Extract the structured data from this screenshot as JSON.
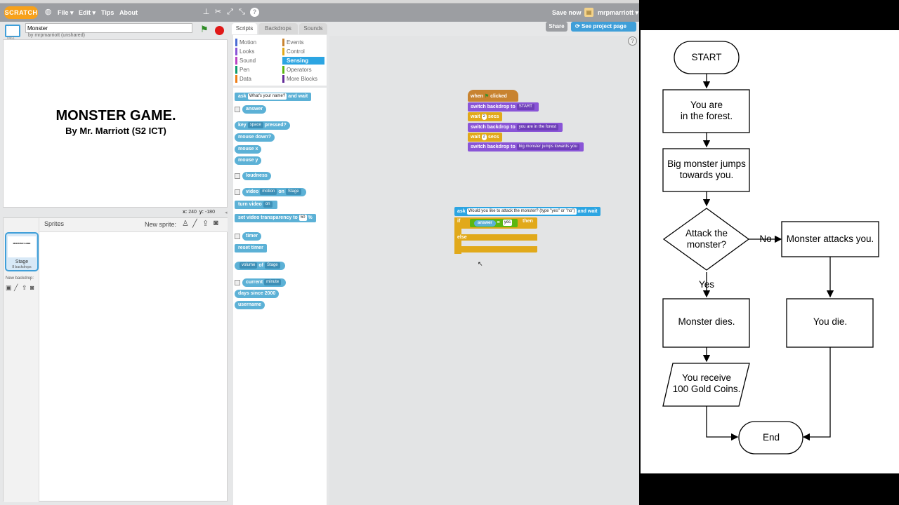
{
  "menubar": {
    "logo": "SCRATCH",
    "file": "File ▾",
    "edit": "Edit ▾",
    "tips": "Tips",
    "about": "About",
    "save_now": "Save now",
    "user": "mrpmarriott ▾"
  },
  "project": {
    "title_value": "Monster",
    "byline": "by mrpmarriott (unshared)",
    "version_label": "v461"
  },
  "toolbar_actions": {
    "share": "Share",
    "see_project_page": "See project page"
  },
  "stage": {
    "title": "MONSTER GAME.",
    "subtitle": "By Mr. Marriott (S2 ICT)"
  },
  "coords": {
    "x_label": "x:",
    "x_value": "240",
    "y_label": "y:",
    "y_value": "-180"
  },
  "sprites_panel": {
    "header": "Sprites",
    "new_sprite": "New sprite:",
    "stage_label": "Stage",
    "backdrop_count": "8 backdrops",
    "new_backdrop": "New backdrop:",
    "thumb_text": "MONSTER GAME"
  },
  "tabs": [
    "Scripts",
    "Backdrops",
    "Sounds"
  ],
  "categories": {
    "motion": "Motion",
    "looks": "Looks",
    "sound": "Sound",
    "pen": "Pen",
    "data": "Data",
    "events": "Events",
    "control": "Control",
    "sensing": "Sensing",
    "operators": "Operators",
    "more": "More Blocks"
  },
  "palette": {
    "ask": "ask",
    "ask_default": "What's your name?",
    "and_wait": "and wait",
    "answer": "answer",
    "key": "key",
    "key_value": "space",
    "pressed": "pressed?",
    "mouse_down": "mouse down?",
    "mouse_x": "mouse x",
    "mouse_y": "mouse y",
    "loudness": "loudness",
    "video": "video",
    "video_attr": "motion",
    "on": "on",
    "video_target": "Stage",
    "turn_video": "turn video",
    "turn_video_value": "on",
    "set_video": "set video transparency to",
    "set_video_value": "50",
    "percent": "%",
    "timer": "timer",
    "reset_timer": "reset timer",
    "volume": "volume",
    "of": "of",
    "volume_target": "Stage",
    "current": "current",
    "current_value": "minute",
    "days_since": "days since 2000",
    "username": "username"
  },
  "script1": {
    "when": "when",
    "clicked": "clicked",
    "switch_backdrop": "switch backdrop to",
    "bd1": "START",
    "bd2": "you are in the forest",
    "bd3": "big monster jumps towards you",
    "wait": "wait",
    "wait_value": "2",
    "secs": "secs"
  },
  "script2": {
    "ask": "ask",
    "question": "Would you like to attack the monster? (type \"yes\" or \"no\")",
    "and_wait": "and wait",
    "if": "if",
    "answer": "answer",
    "equals": "=",
    "yes": "yes",
    "then": "then",
    "else": "else"
  },
  "flowchart": {
    "start": "START",
    "forest_line1": "You are",
    "forest_line2": "in the forest.",
    "monster_line1": "Big monster jumps",
    "monster_line2": "towards you.",
    "decision_line1": "Attack the",
    "decision_line2": "monster?",
    "no_label": "No",
    "yes_label": "Yes",
    "attacks": "Monster attacks you.",
    "dies": "Monster dies.",
    "you_die": "You die.",
    "receive_line1": "You receive",
    "receive_line2": "100 Gold Coins.",
    "end": "End"
  },
  "colors": {
    "motion": "#4a6cd4",
    "looks": "#8a55d7",
    "sound": "#bb42c3",
    "pen": "#0e9a6c",
    "data": "#ee7d16",
    "events": "#c88330",
    "control": "#e1a91a",
    "sensing": "#2ca5e2",
    "operators": "#5cb712",
    "more": "#632d99",
    "accent": "#3f9fd9"
  }
}
